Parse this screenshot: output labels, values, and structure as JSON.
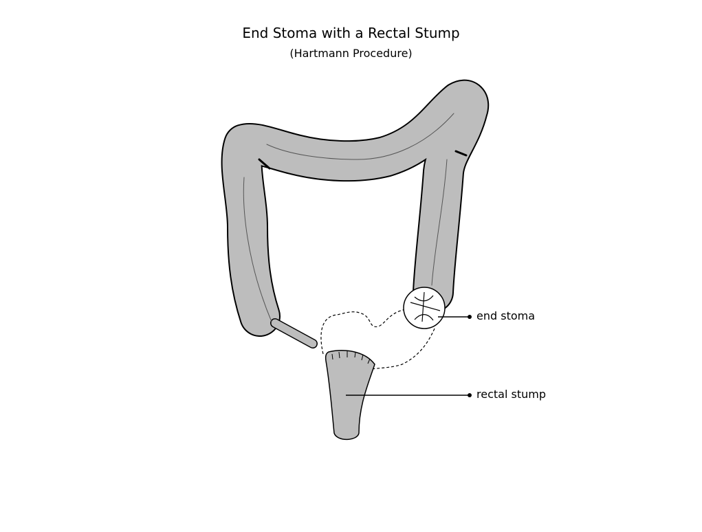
{
  "title": "End Stoma with a Rectal Stump",
  "subtitle": "(Hartmann Procedure)",
  "labels": {
    "end_stoma": "end stoma",
    "rectal_stump": "rectal stump"
  },
  "colors": {
    "tissue": "#bdbdbd",
    "outline": "#000000"
  }
}
